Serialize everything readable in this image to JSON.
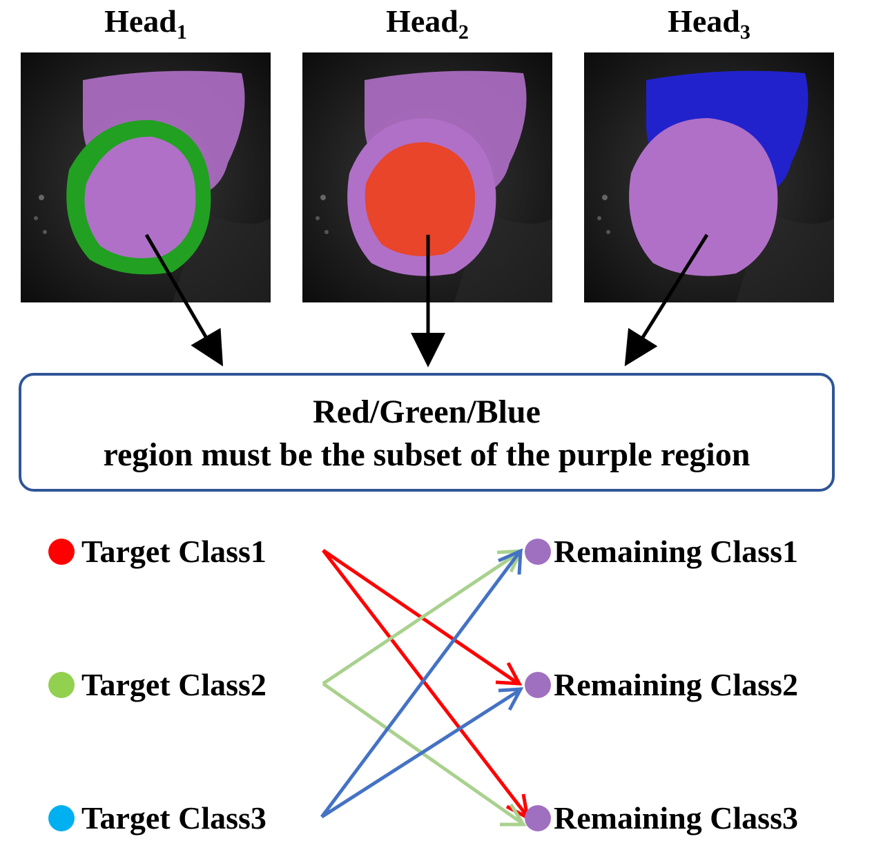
{
  "heads": [
    {
      "name": "Head",
      "sub": "1",
      "highlight_color": "#22a022"
    },
    {
      "name": "Head",
      "sub": "2",
      "highlight_color": "#e8452a"
    },
    {
      "name": "Head",
      "sub": "3",
      "highlight_color": "#2222cc"
    }
  ],
  "region_color": "#b070c8",
  "constraint": {
    "line1": "Red/Green/Blue",
    "line2": "region must be the subset of the purple region",
    "border_color": "#2f5597"
  },
  "target_classes": [
    {
      "label": "Target Class1",
      "color": "#ff0000"
    },
    {
      "label": "Target Class2",
      "color": "#92d050"
    },
    {
      "label": "Target Class3",
      "color": "#00b0f0"
    }
  ],
  "remaining_classes": [
    {
      "label": "Remaining Class1",
      "color": "#a070c0"
    },
    {
      "label": "Remaining Class2",
      "color": "#a070c0"
    },
    {
      "label": "Remaining Class3",
      "color": "#a070c0"
    }
  ],
  "edge_colors": {
    "Target Class1": "#ff0000",
    "Target Class2": "#a9d18e",
    "Target Class3": "#4472c4"
  }
}
